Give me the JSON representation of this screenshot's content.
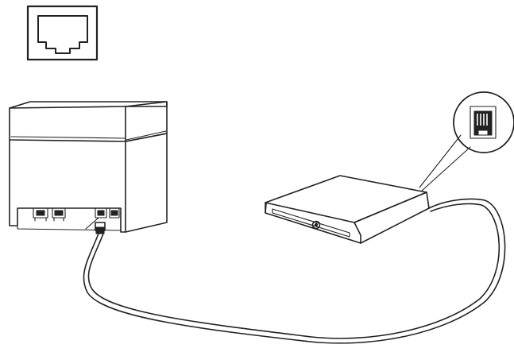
{
  "diagram": {
    "parts": [
      "rj11-port-icon",
      "printer",
      "cash-drawer",
      "drawer-port-callout",
      "connecting-cable"
    ],
    "colors": {
      "line": "#222222",
      "background": "#ffffff"
    }
  }
}
